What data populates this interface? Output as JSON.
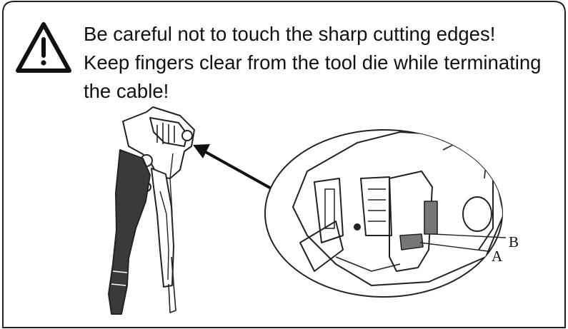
{
  "warning": {
    "lines": [
      "Be careful not to touch the sharp cutting edges!",
      "Keep fingers clear from the tool die while terminating",
      "the cable!"
    ]
  },
  "callouts": {
    "a": "A",
    "b": "B"
  }
}
